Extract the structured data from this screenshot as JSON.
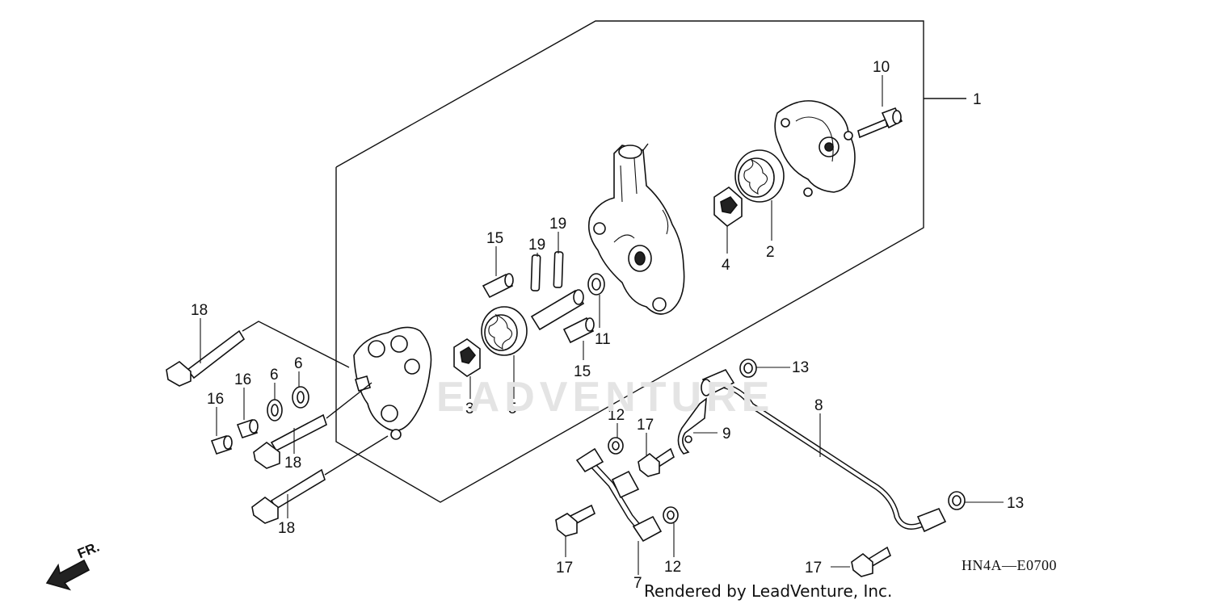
{
  "diagram": {
    "watermark": "EADVENTURE",
    "footer": "Rendered by LeadVenture, Inc.",
    "code": "HN4A—E0700",
    "direction_label": "FR.",
    "callouts": [
      "1",
      "10",
      "19",
      "19",
      "15",
      "4",
      "2",
      "18",
      "11",
      "16",
      "16",
      "6",
      "6",
      "3",
      "5",
      "15",
      "13",
      "12",
      "17",
      "9",
      "8",
      "18",
      "18",
      "17",
      "12",
      "7",
      "17",
      "13"
    ]
  }
}
